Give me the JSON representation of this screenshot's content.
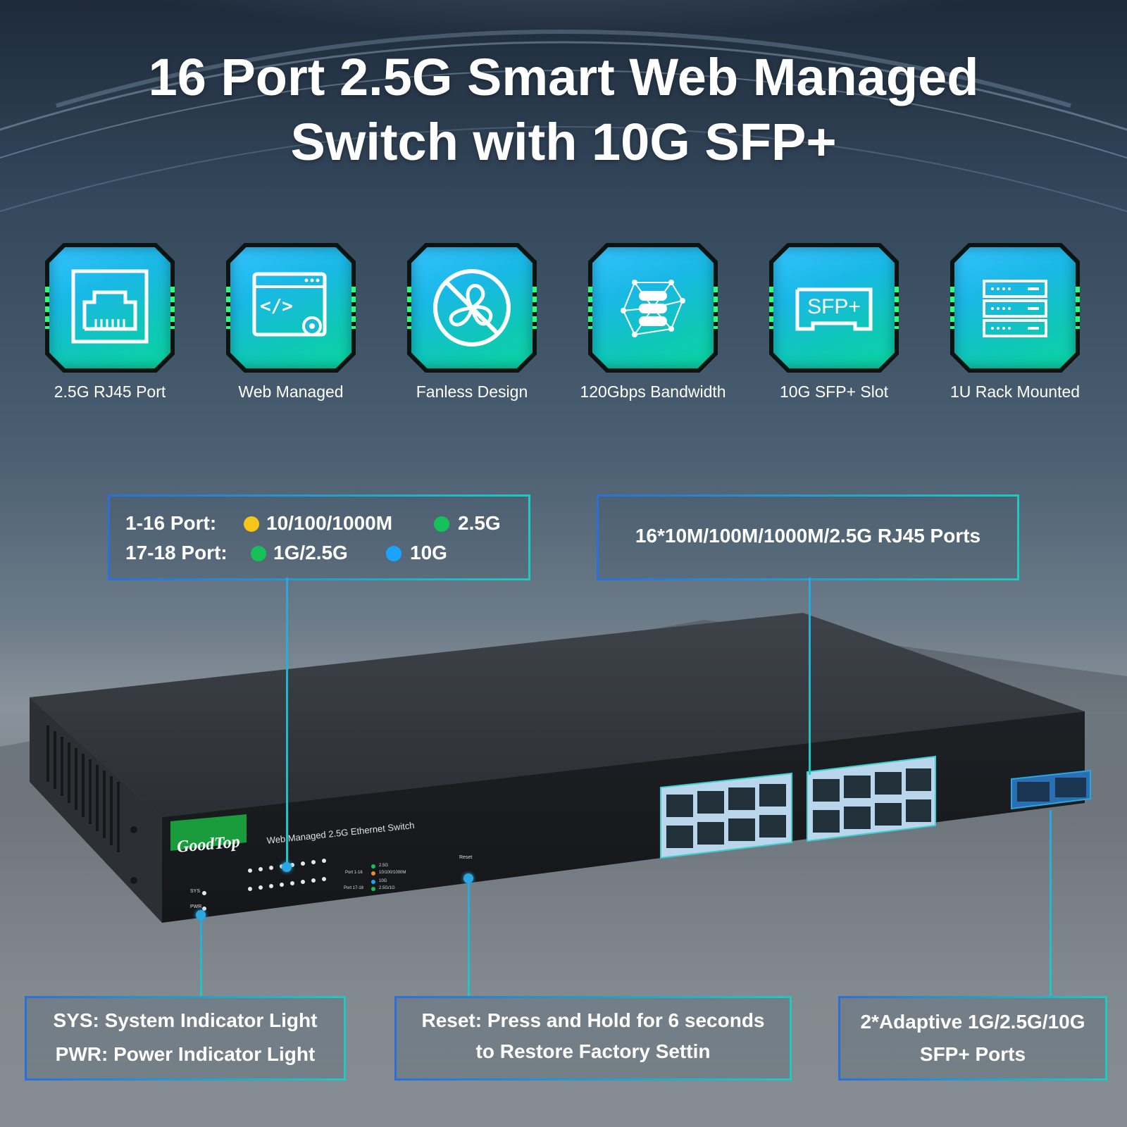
{
  "title": {
    "line1": "16 Port 2.5G Smart Web Managed",
    "line2": "Switch with 10G SFP+"
  },
  "features": [
    {
      "label": "2.5G RJ45 Port",
      "icon": "rj45-port-icon"
    },
    {
      "label": "Web Managed",
      "icon": "web-code-gear-icon"
    },
    {
      "label": "Fanless Design",
      "icon": "no-fan-icon"
    },
    {
      "label": "120Gbps Bandwidth",
      "icon": "network-stack-icon"
    },
    {
      "label": "10G SFP+ Slot",
      "icon": "sfp-slot-icon",
      "icon_text": "SFP+"
    },
    {
      "label": "1U Rack Mounted",
      "icon": "rack-server-icon"
    }
  ],
  "led_legend": {
    "row1_label": "1-16 Port:",
    "row1_item1": "10/100/1000M",
    "row1_item2": "2.5G",
    "row2_label": "17-18 Port:",
    "row2_item1": "1G/2.5G",
    "row2_item2": "10G",
    "colors": {
      "yellow": "#f5c518",
      "green": "#16c15a",
      "blue": "#1aa3ff"
    }
  },
  "callouts": {
    "rj45_ports": "16*10M/100M/1000M/2.5G RJ45 Ports",
    "sys_line1": "SYS: System Indicator Light",
    "sys_line2": "PWR: Power Indicator Light",
    "reset_line1": "Reset: Press and Hold for 6 seconds",
    "reset_line2": "to Restore Factory Settin",
    "sfp_line1": "2*Adaptive 1G/2.5G/10G",
    "sfp_line2": "SFP+ Ports"
  },
  "device": {
    "brand": "GoodTop",
    "model_text": "Web Managed 2.5G Ethernet Switch",
    "sys_label": "SYS",
    "pwr_label": "PWR",
    "reset_label": "Reset",
    "panel_port1_16": "Port 1-16",
    "panel_port17_18": "Port 17-18",
    "panel_25g": "2.5G",
    "panel_10_100_1000": "10/100/1000M",
    "panel_10g": "10G",
    "panel_25g_1g": "2.5G/1G"
  }
}
